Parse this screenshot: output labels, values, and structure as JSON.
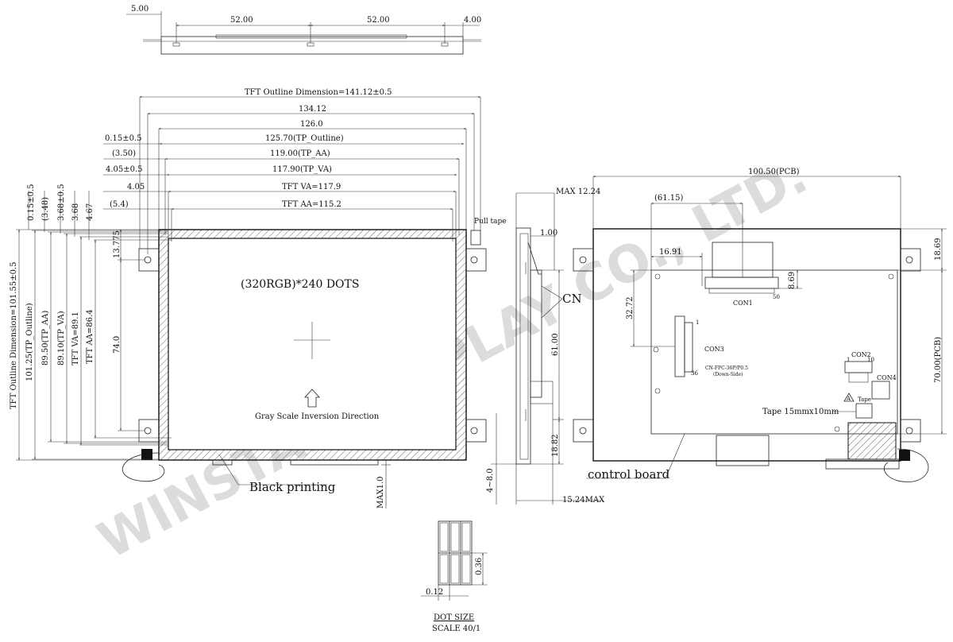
{
  "watermark": "WINSTAR DISPLAY CO., LTD.",
  "top_view": {
    "dims": [
      "5.00",
      "52.00",
      "52.00",
      "4.00"
    ]
  },
  "front_view": {
    "width_dims": [
      "TFT Outline Dimension=141.12±0.5",
      "134.12",
      "126.0",
      "125.70(TP_Outline)",
      "119.00(TP_AA)",
      "117.90(TP_VA)",
      "TFT VA=117.9",
      "TFT AA=115.2"
    ],
    "left_offsets": [
      "0.15±0.5",
      "(3.50)",
      "4.05±0.5",
      "4.05",
      "(5.4)"
    ],
    "height_dims": [
      "TFT Outline Dimension=101.55±0.5",
      "101.25(TP_Outline)",
      "89.50(TP_AA)",
      "89.10(TP_VA)",
      "TFT VA=89.1",
      "TFT AA=86.4"
    ],
    "top_offsets": [
      "0.15±0.5",
      "(3.48)",
      "3.68±0.5",
      "3.68",
      "4.67"
    ],
    "hole_dims": [
      "13.775",
      "74.0"
    ],
    "resolution": "(320RGB)*240  DOTS",
    "gray_scale": "Gray Scale Inversion Direction",
    "black_printing": "Black printing",
    "max_dim": "MAX1.0",
    "pull_tape": "Pull tape"
  },
  "side_view": {
    "max_top": "MAX 12.24",
    "dim_100": "1.00",
    "cn": "CN",
    "dim_61": "61.00",
    "dim_1882": "18.82",
    "dim_48": "4~8.0",
    "bottom_max": "15.24MAX"
  },
  "back_view": {
    "pcb_width": "100.50(PCB)",
    "dim_6115": "(61.15)",
    "dim_1691": "16.91",
    "dim_3272": "32.72",
    "dim_869": "8.69",
    "dim_1869": "18.69",
    "pcb_height": "70.00(PCB)",
    "con1": "CON1",
    "con1_pin": "50",
    "con3": "CON3",
    "con3_pin1": "1",
    "con3_pin36": "36",
    "con3_note1": "CN-FPC-36P/P0.5",
    "con3_note2": "(Down-Side)",
    "con2": "CON2",
    "con2_pin1": "1",
    "con2_pin10": "10",
    "con4": "CON4",
    "marker": "A",
    "tape": "Tape",
    "tape_size": "Tape 15mmx10mm",
    "control_board": "control board"
  },
  "dot_size": {
    "dim_036": "0.36",
    "dim_012": "0.12",
    "title": "DOT SIZE",
    "scale": "SCALE 40/1"
  }
}
